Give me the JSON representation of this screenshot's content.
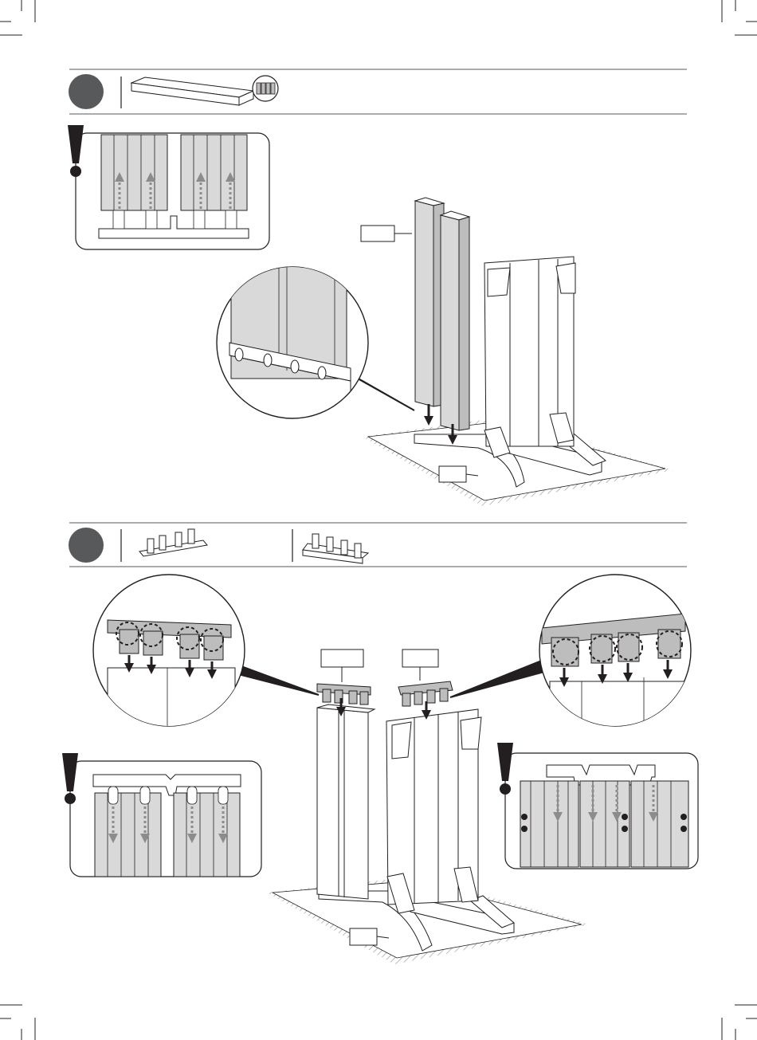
{
  "page": {
    "type": "assembly-instruction-sheet",
    "background": "#ffffff",
    "ink": "#231f20",
    "colors": {
      "step_badge": "#58595b",
      "panel_fill": "#d9d9d9",
      "part_fill": "#bdbdbd",
      "arrow": "#8c8c8c",
      "warning": "#231f20"
    }
  },
  "steps": [
    {
      "id": "step-a",
      "number": "",
      "parts": [
        {
          "icon": "long-board-part-icon",
          "ref": ""
        },
        {
          "icon": "board-end-zoom-icon",
          "ref": ""
        }
      ],
      "callouts": [
        {
          "icon": "board-callout-label",
          "text": ""
        },
        {
          "icon": "base-callout-label",
          "text": ""
        }
      ],
      "notes": [
        {
          "icon": "warning-icon",
          "illustration": "board-slot-orientation-detail"
        }
      ],
      "zoom_detail": "board-bottom-hook-detail"
    },
    {
      "id": "step-b",
      "number": "",
      "parts": [
        {
          "icon": "top-clip-part-a-icon",
          "ref": ""
        },
        {
          "icon": "top-clip-part-b-icon",
          "ref": ""
        }
      ],
      "callouts": [
        {
          "icon": "clip-a-callout-label",
          "text": ""
        },
        {
          "icon": "clip-b-callout-label",
          "text": ""
        },
        {
          "icon": "base-callout-label",
          "text": ""
        }
      ],
      "notes": [
        {
          "icon": "warning-icon",
          "illustration": "clip-a-seating-detail"
        },
        {
          "icon": "warning-icon",
          "illustration": "clip-b-seating-detail"
        }
      ],
      "zoom_details": [
        "clip-a-zoom-detail",
        "clip-b-zoom-detail"
      ]
    }
  ]
}
